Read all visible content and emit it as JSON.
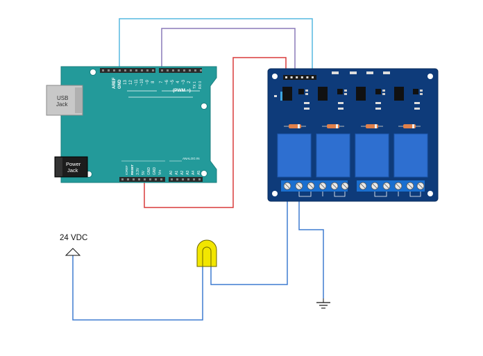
{
  "supply": {
    "label": "24 VDC"
  },
  "arduino": {
    "usb_label": "USB",
    "usb_label2": "Jack",
    "power_label": "Power",
    "power_label2": "Jack",
    "aref": "AREF",
    "gnd": "GND",
    "pin13": "13",
    "pin12": "12",
    "pin11": "~11",
    "pin10": "~10",
    "pin9": "~9",
    "pin8": "8",
    "pin7": "7",
    "pin6": "~6",
    "pin5": "~5",
    "pin4": "4",
    "pin3": "~3",
    "pin2": "2",
    "pin1": "TX 1",
    "pin0": "RX 0",
    "pwm": "(PWM ~)",
    "ioref": "IOREF",
    "reset": "RESET",
    "v33": "3.3V",
    "v5": "5V",
    "gnd1": "GND",
    "gnd2": "GND",
    "vin": "Vin",
    "a0": "A0",
    "a1": "A1",
    "a2": "A2",
    "a3": "A3",
    "a4": "A4",
    "a5": "A5",
    "analog_in": "ANALOG IN"
  },
  "colors": {
    "board": "#239A9A",
    "relay_board": "#0E3B7A",
    "relay": "#2E6FD0",
    "wire_blue": "#3E7BD0",
    "wire_cyan": "#55B8E0",
    "wire_purple": "#8A7AB8",
    "wire_red": "#D83A3A",
    "lamp": "#F2E600"
  }
}
